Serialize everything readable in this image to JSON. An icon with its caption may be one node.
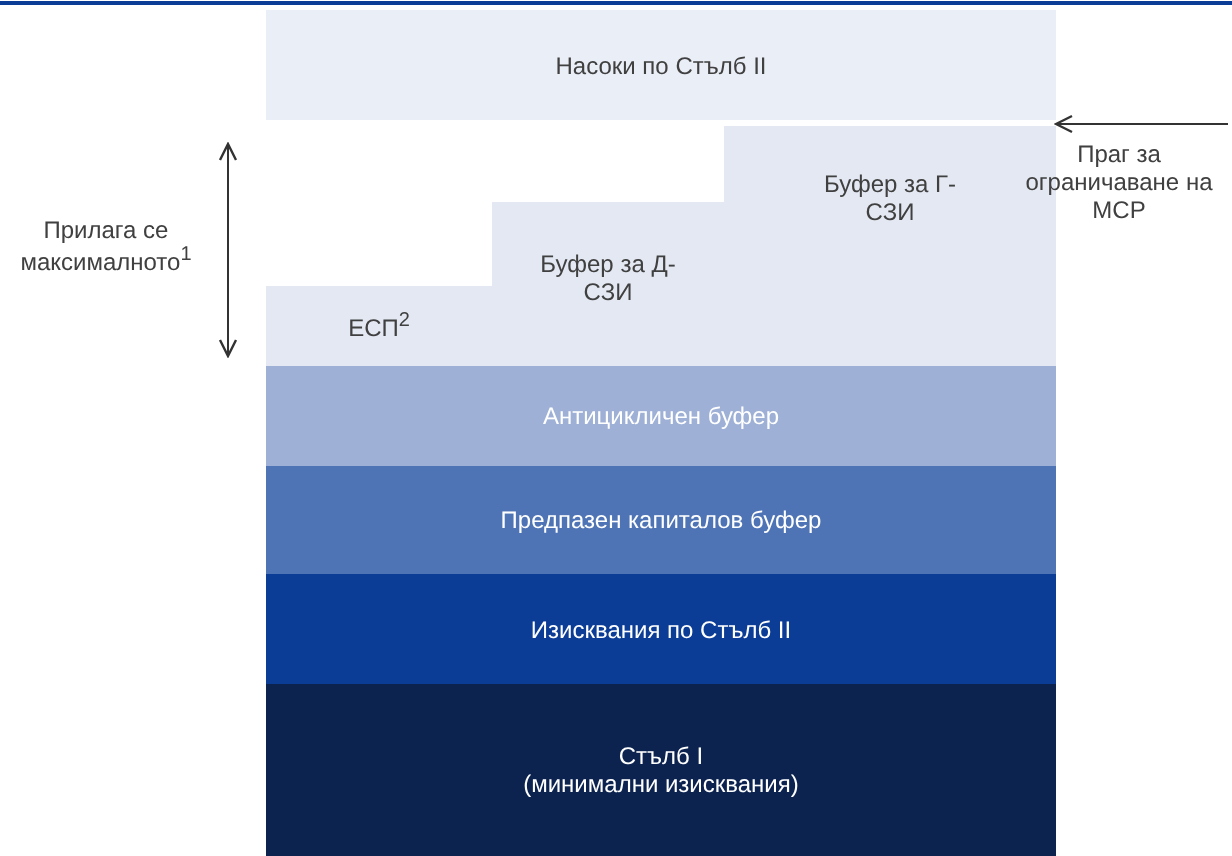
{
  "diagram": {
    "nodes": [
      {
        "text": [
          "Насоки по Стълб II"
        ]
      },
      {
        "text": [
          "ЕСП$^{2}$"
        ]
      },
      {
        "text": [
          "Буфер за Д-СЗИ"
        ]
      },
      {
        "text": [
          "Буфер за Г-СЗИ"
        ]
      },
      {
        "text": [
          "Антицикличен буфер"
        ]
      },
      {
        "text": [
          "Предпазен капиталов буфер"
        ]
      },
      {
        "text": [
          "Изисквания по Стълб II"
        ]
      },
      {
        "text": [
          "Стълб I",
          "(минимални изисквания)"
        ]
      },
      {
        "text": [
          "Праг за ограничаване на МСР"
        ]
      }
    ],
    "edges": [
      {
        "from": 8,
        "to": 3,
        "arrow": "to"
      }
    ],
    "labels": [
      "Прилага се максималното$^{1}$"
    ]
  }
}
